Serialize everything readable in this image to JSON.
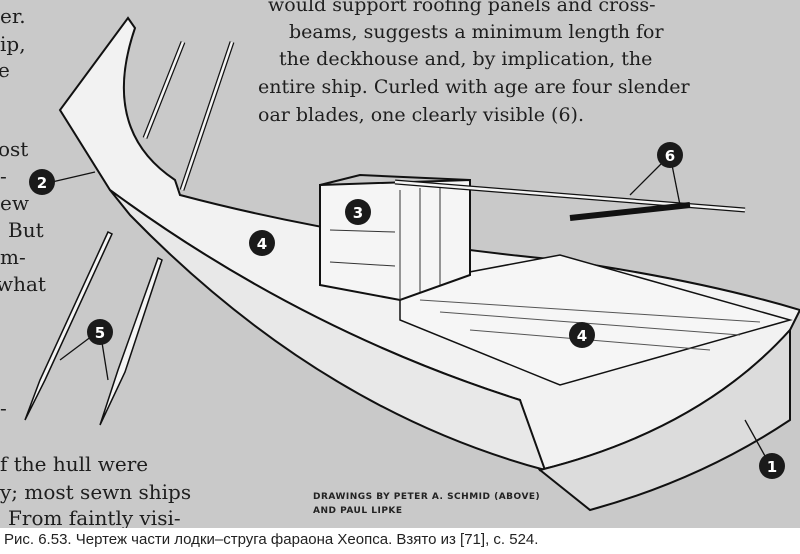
{
  "article": {
    "right_column_lines": [
      "would support roofing panels and cross-",
      "beams, suggests a minimum length for",
      "the deckhouse and, by implication, the",
      "entire ship. Curled with age are four slender",
      "oar blades, one clearly visible (6)."
    ],
    "left_column_fragments": [
      "er.",
      "ip,",
      "e",
      "ost",
      "-",
      "ew",
      "But",
      "m-",
      "what",
      "-"
    ],
    "bottom_left_lines": [
      "f the hull were",
      "y; most sewn ships",
      "From faintly visi-"
    ],
    "credit_lines": [
      "DRAWINGS BY PETER A. SCHMID (ABOVE)",
      "AND PAUL LIPKE"
    ]
  },
  "callouts": [
    "1",
    "2",
    "3",
    "4",
    "4",
    "5",
    "6"
  ],
  "caption": "Рис. 6.53. Чертеж части лодки–струга фараона Хеопса. Взято из [71], с. 524."
}
